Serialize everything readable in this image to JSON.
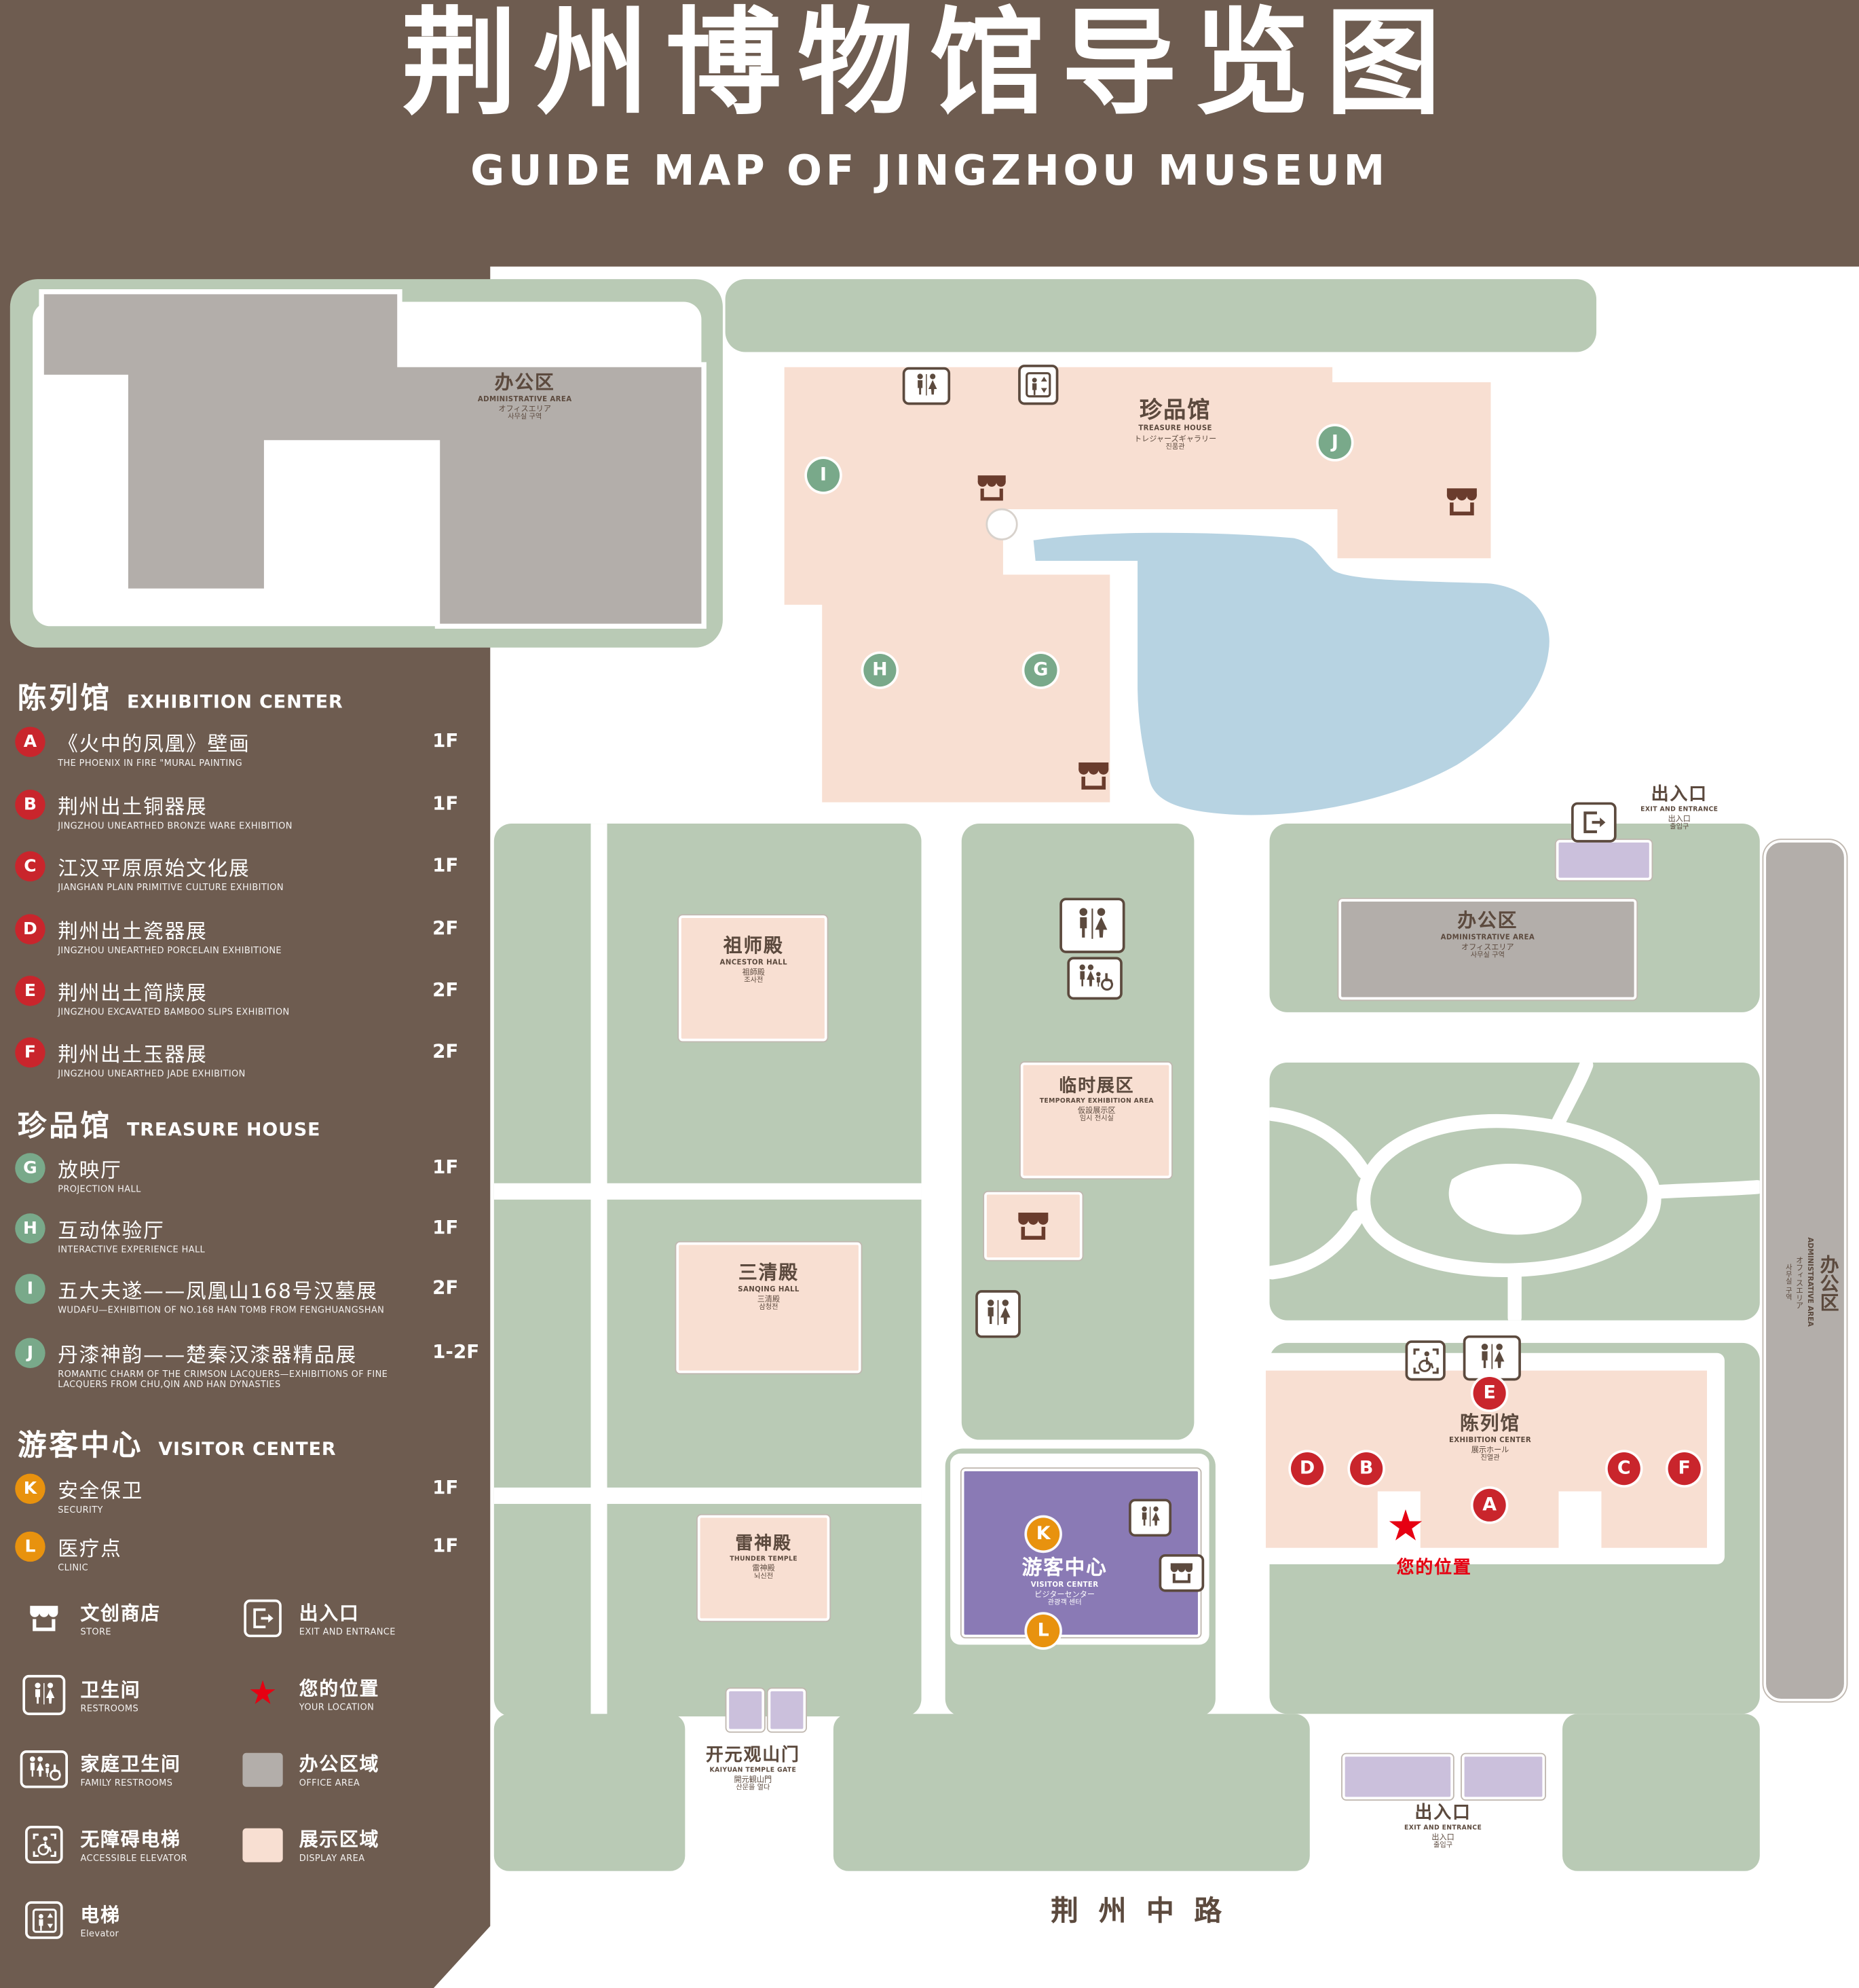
{
  "title": {
    "zh": "荆州博物馆导览图",
    "en": "GUIDE MAP OF JINGZHOU MUSEUM"
  },
  "colors": {
    "background": "#6e5c50",
    "map_green": "#b9cab5",
    "display_area": "#f8dfd2",
    "office_area": "#b3aeaa",
    "visitor_center": "#8a7ab5",
    "pond": "#b7d3e2",
    "gate_building": "#cbc0dc",
    "marker_red": "#c9252c",
    "marker_green": "#79a98a",
    "marker_orange": "#e8920e",
    "icon_brown": "#5c4a3e",
    "location_red": "#e60012"
  },
  "legend": {
    "sections": [
      {
        "zh": "陈列馆",
        "en": "EXHIBITION CENTER",
        "items": [
          {
            "letter": "A",
            "zh": "《火中的凤凰》壁画",
            "en": "THE PHOENIX IN FIRE \"MURAL PAINTING",
            "floor": "1F"
          },
          {
            "letter": "B",
            "zh": "荆州出土铜器展",
            "en": "JINGZHOU UNEARTHED BRONZE WARE EXHIBITION",
            "floor": "1F"
          },
          {
            "letter": "C",
            "zh": "江汉平原原始文化展",
            "en": "JIANGHAN PLAIN PRIMITIVE CULTURE EXHIBITION",
            "floor": "1F"
          },
          {
            "letter": "D",
            "zh": "荆州出土瓷器展",
            "en": "JINGZHOU UNEARTHED PORCELAIN EXHIBITIONE",
            "floor": "2F"
          },
          {
            "letter": "E",
            "zh": "荆州出土简牍展",
            "en": "JINGZHOU EXCAVATED BAMBOO SLIPS EXHIBITION",
            "floor": "2F"
          },
          {
            "letter": "F",
            "zh": "荆州出土玉器展",
            "en": "JINGZHOU UNEARTHED JADE EXHIBITION",
            "floor": "2F"
          }
        ]
      },
      {
        "zh": "珍品馆",
        "en": "TREASURE HOUSE",
        "items": [
          {
            "letter": "G",
            "zh": "放映厅",
            "en": "PROJECTION HALL",
            "floor": "1F"
          },
          {
            "letter": "H",
            "zh": "互动体验厅",
            "en": "INTERACTIVE EXPERIENCE HALL",
            "floor": "1F"
          },
          {
            "letter": "I",
            "zh": "五大夫遂——凤凰山168号汉墓展",
            "en": "WUDAFU—EXHIBITION OF NO.168 HAN TOMB FROM FENGHUANGSHAN",
            "floor": "2F"
          },
          {
            "letter": "J",
            "zh": "丹漆神韵——楚秦汉漆器精品展",
            "en": "ROMANTIC CHARM OF THE CRIMSON LACQUERS—EXHIBITIONS OF FINE LACQUERS FROM CHU,QIN AND HAN DYNASTIES",
            "floor": "1-2F"
          }
        ]
      },
      {
        "zh": "游客中心",
        "en": "VISITOR CENTER",
        "items": [
          {
            "letter": "K",
            "zh": "安全保卫",
            "en": "SECURITY",
            "floor": "1F"
          },
          {
            "letter": "L",
            "zh": "医疗点",
            "en": "CLINIC",
            "floor": "1F"
          }
        ]
      }
    ],
    "symbols": [
      {
        "zh": "文创商店",
        "en": "STORE"
      },
      {
        "zh": "出入口",
        "en": "EXIT AND ENTRANCE"
      },
      {
        "zh": "卫生间",
        "en": "RESTROOMS"
      },
      {
        "zh": "您的位置",
        "en": "YOUR LOCATION"
      },
      {
        "zh": "家庭卫生间",
        "en": "FAMILY RESTROOMS"
      },
      {
        "zh": "办公区域",
        "en": "OFFICE AREA"
      },
      {
        "zh": "无障碍电梯",
        "en": "ACCESSIBLE ELEVATOR"
      },
      {
        "zh": "展示区域",
        "en": "DISPLAY AREA"
      },
      {
        "zh": "电梯",
        "en": "Elevator"
      }
    ]
  },
  "map": {
    "buildings": {
      "office_nw": {
        "zh": "办公区",
        "en": "ADMINISTRATIVE AREA",
        "ja": "オフィスエリア",
        "ko": "사무실 구역"
      },
      "treasure_house": {
        "zh": "珍品馆",
        "en": "TREASURE HOUSE",
        "ja": "トレジャーズギャラリー",
        "ko": "진품관"
      },
      "office_mid": {
        "zh": "办公区",
        "en": "ADMINISTRATIVE AREA",
        "ja": "オフィスエリア",
        "ko": "사무실 구역"
      },
      "office_east": {
        "zh": "办公区",
        "en": "ADMINISTRATIVE AREA",
        "ja": "オフィスエリア",
        "ko": "사무실 구역"
      },
      "ancestor_hall": {
        "zh": "祖师殿",
        "en": "ANCESTOR HALL",
        "ja": "祖師殿",
        "ko": "조사전"
      },
      "temporary_exhibition": {
        "zh": "临时展区",
        "en": "TEMPORARY EXHIBITION AREA",
        "ja": "仮設展示区",
        "ko": "임시 전시실"
      },
      "sanqing_hall": {
        "zh": "三清殿",
        "en": "SANQING HALL",
        "ja": "三清殿",
        "ko": "삼청전"
      },
      "thunder_temple": {
        "zh": "雷神殿",
        "en": "THUNDER TEMPLE",
        "ja": "雷神殿",
        "ko": "뇌신전"
      },
      "visitor_center": {
        "zh": "游客中心",
        "en": "VISITOR CENTER",
        "ja": "ビジターセンター",
        "ko": "관광객 센터"
      },
      "exhibition_center": {
        "zh": "陈列馆",
        "en": "EXHIBITION CENTER",
        "ja": "展示ホール",
        "ko": "진열관"
      },
      "kaiyuan_gate": {
        "zh": "开元观山门",
        "en": "KAIYUAN TEMPLE GATE",
        "ja": "開元観山門",
        "ko": "산문을 열다"
      }
    },
    "exits": {
      "zh": "出入口",
      "en": "EXIT AND ENTRANCE",
      "ja": "出入口",
      "ko": "출입구"
    },
    "your_location": {
      "zh": "您的位置"
    },
    "road": {
      "name": "荆州中路"
    },
    "markers": {
      "red": [
        "A",
        "B",
        "C",
        "D",
        "E",
        "F"
      ],
      "green": [
        "G",
        "H",
        "I",
        "J"
      ],
      "orange": [
        "K",
        "L"
      ]
    }
  }
}
